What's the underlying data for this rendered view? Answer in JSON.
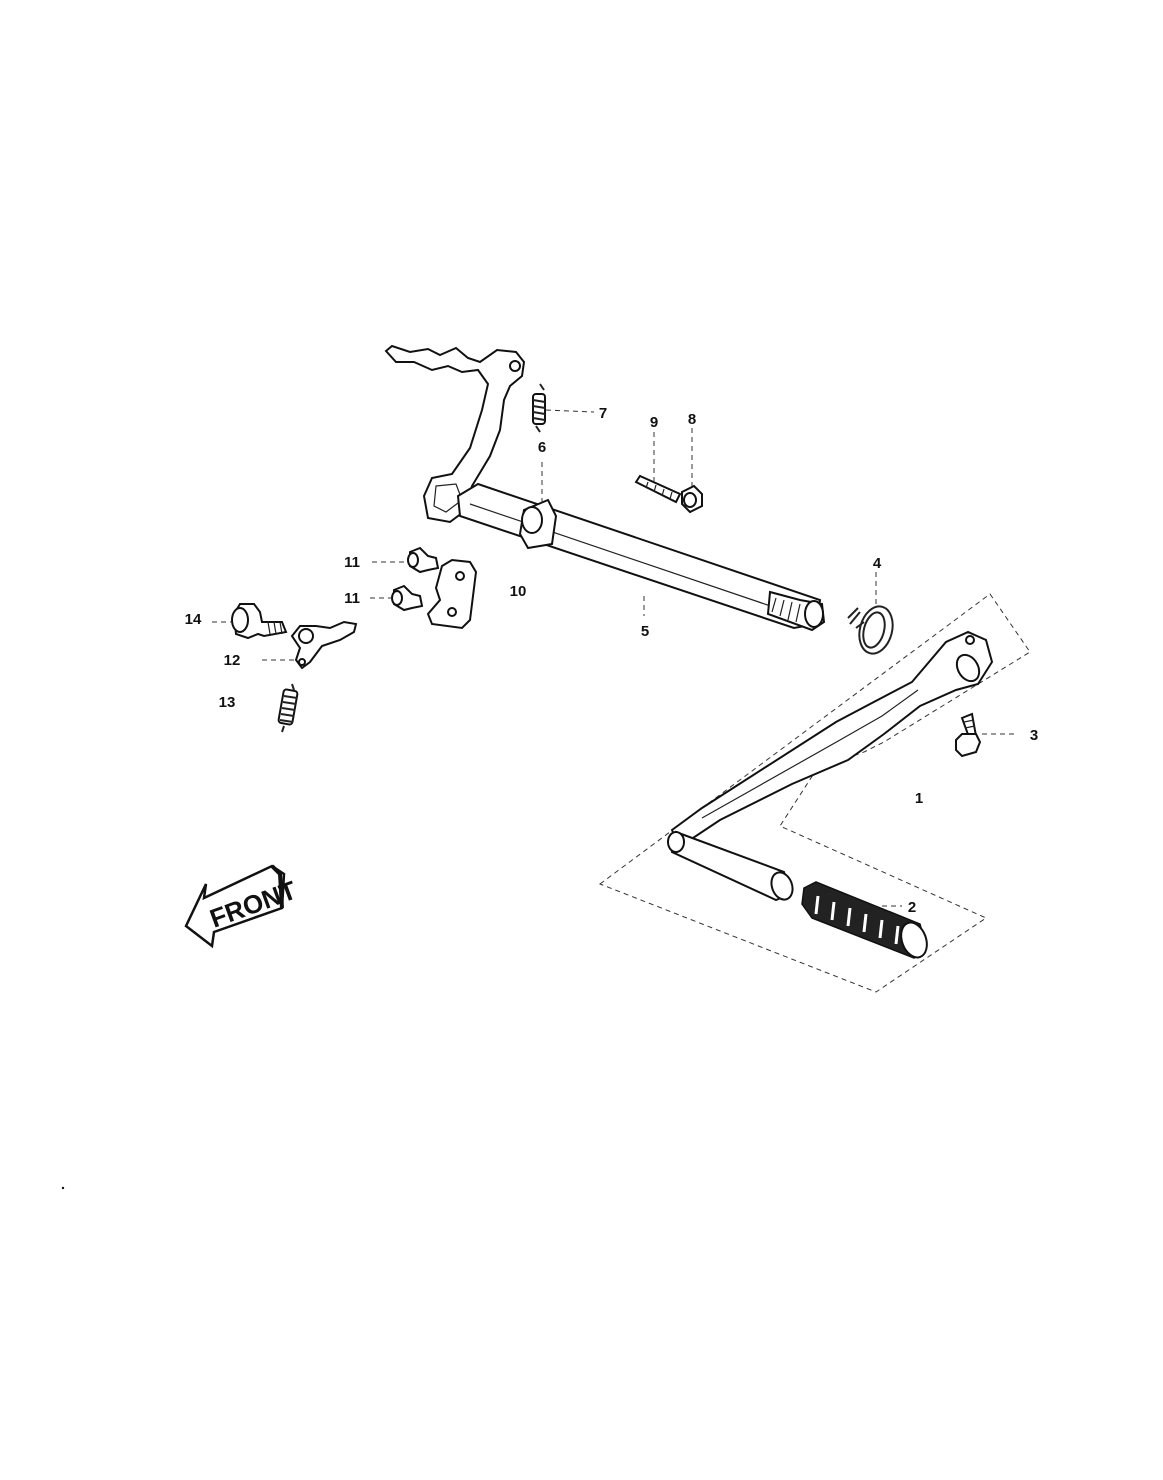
{
  "labels": {
    "p1": "1",
    "p2": "2",
    "p3": "3",
    "p4": "4",
    "p5": "5",
    "p6": "6",
    "p7": "7",
    "p8": "8",
    "p9": "9",
    "p10": "10",
    "p11a": "11",
    "p11b": "11",
    "p12": "12",
    "p13": "13",
    "p14": "14"
  },
  "front_arrow": {
    "text": "FRONT"
  }
}
